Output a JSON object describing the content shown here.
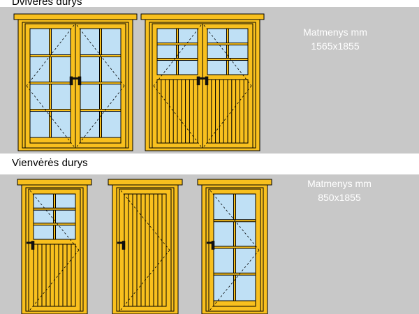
{
  "sections": {
    "double": {
      "title": "Dvivėrės durys",
      "dims_label": "Matmenys mm",
      "dims_value": "1565x1855"
    },
    "single": {
      "title": "Vienvėrės durys",
      "dims_label": "Matmenys mm",
      "dims_value": "850x1855"
    }
  },
  "colors": {
    "wood": "#f8c01e",
    "wood_dark": "#d79a00",
    "outline": "#000000",
    "glass": "#bfe0f5",
    "band": "#c8c8c8",
    "handle": "#111111"
  },
  "doors": [
    {
      "name": "door-double-glazed",
      "type": "double",
      "leaf": "full-glass"
    },
    {
      "name": "door-double-half-glazed",
      "type": "double",
      "leaf": "half-glass"
    },
    {
      "name": "door-single-half-glazed",
      "type": "single",
      "leaf": "half-glass"
    },
    {
      "name": "door-single-solid",
      "type": "single",
      "leaf": "solid"
    },
    {
      "name": "door-single-full-glazed",
      "type": "single",
      "leaf": "full-glass"
    }
  ]
}
